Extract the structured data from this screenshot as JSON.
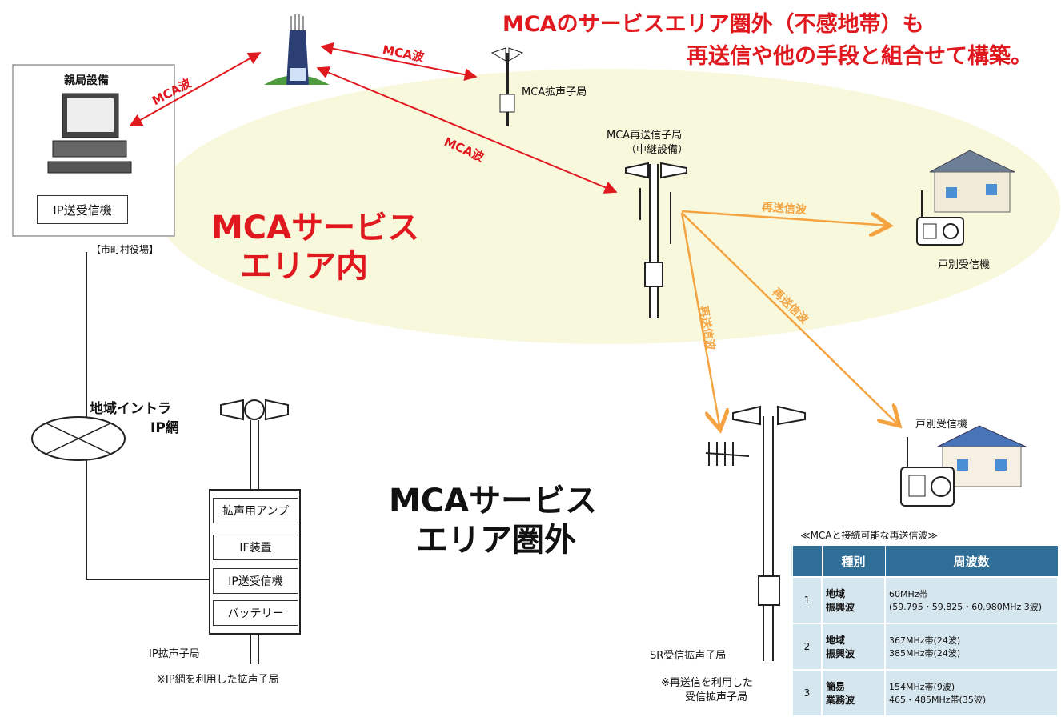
{
  "headline": {
    "line1": "MCAのサービスエリア圏外（不感地帯）も",
    "line2": "再送信や他の手段と組合せて構築。"
  },
  "areas": {
    "inside_line1": "MCAサービス",
    "inside_line2": "エリア内",
    "outside_line1": "MCAサービス",
    "outside_line2": "エリア圏外"
  },
  "base_station": {
    "title": "親局設備",
    "transceiver": "IP送受信機",
    "location": "【市町村役場】"
  },
  "waves": {
    "mca_1": "MCA波",
    "mca_2": "MCA波",
    "mca_3": "MCA波",
    "retrans_1": "再送信波",
    "retrans_2": "再送信波",
    "retrans_3": "再送信波"
  },
  "stations": {
    "mca_speaker": "MCA拡声子局",
    "relay_line1": "MCA再送信子局",
    "relay_line2": "（中継設備）",
    "home_receiver_1": "戸別受信機",
    "home_receiver_2": "戸別受信機",
    "sr_speaker": "SR受信拡声子局",
    "sr_note_line1": "※再送信を利用した",
    "sr_note_line2": "受信拡声子局",
    "ip_speaker": "IP拡声子局",
    "ip_note": "※IP網を利用した拡声子局"
  },
  "network": {
    "line1": "地域イントラ",
    "line2": "IP網"
  },
  "ip_station_components": [
    "拡声用アンプ",
    "IF装置",
    "IP送受信機",
    "バッテリー"
  ],
  "freq_table": {
    "caption": "≪MCAと接続可能な再送信波≫",
    "headers": [
      "種別",
      "周波数"
    ],
    "rows": [
      {
        "no": "1",
        "type": "地域\n振興波",
        "freq": "60MHz帯\n(59.795・59.825・60.980MHz  3波)"
      },
      {
        "no": "2",
        "type": "地域\n振興波",
        "freq": "367MHz帯(24波)\n385MHz帯(24波)"
      },
      {
        "no": "3",
        "type": "簡易\n業務波",
        "freq": "154MHz帯(9波)\n465・485MHz帯(35波)"
      }
    ]
  },
  "colors": {
    "mca_wave": "#e0191f",
    "retrans_wave": "#f4a340",
    "service_area": "#f8f8dc",
    "table_header": "#2f6e96",
    "table_cell": "#d6e6ef"
  }
}
